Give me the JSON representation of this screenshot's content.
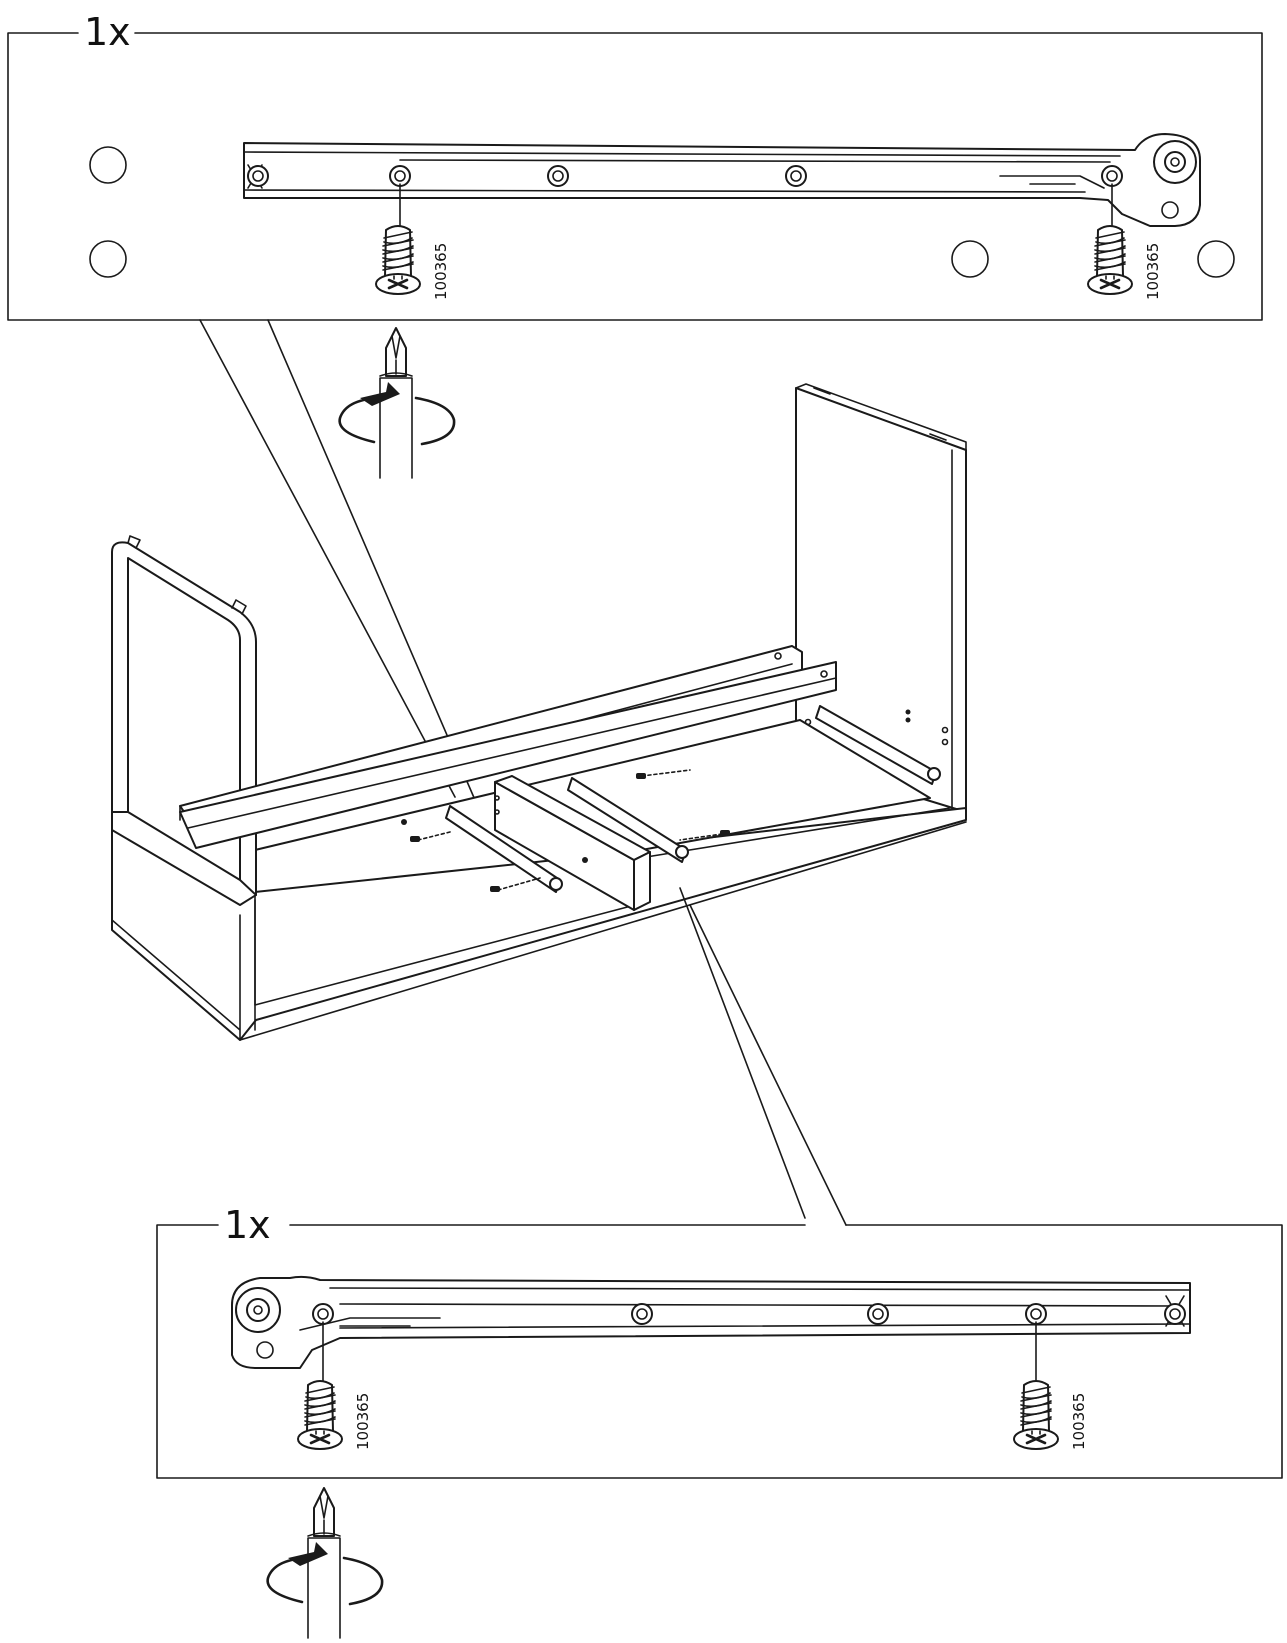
{
  "callouts": [
    {
      "id": "top",
      "quantity": "1x",
      "part_number": "100365",
      "screw_count": 2
    },
    {
      "id": "bottom",
      "quantity": "1x",
      "part_number": "100365",
      "screw_count": 2
    }
  ],
  "icons": [
    "drawer-runner-icon",
    "screw-icon",
    "screwdriver-icon",
    "rotation-arrow-icon",
    "cabinet-frame-icon"
  ]
}
